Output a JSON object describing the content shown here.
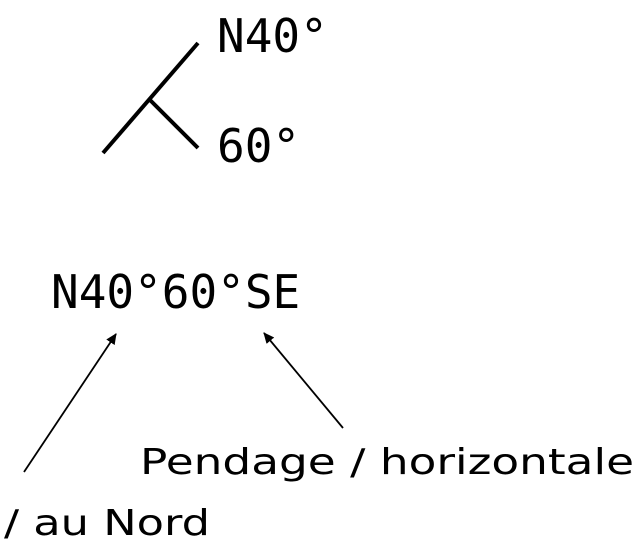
{
  "symbol": {
    "strike_label": "N40°",
    "dip_label": "60°"
  },
  "notation": {
    "text": "N40°60°SE"
  },
  "annotations": {
    "dip_caption": "Pendage / horizontale",
    "strike_caption": "/ au Nord"
  },
  "colors": {
    "ink": "#000000",
    "background": "#ffffff"
  }
}
